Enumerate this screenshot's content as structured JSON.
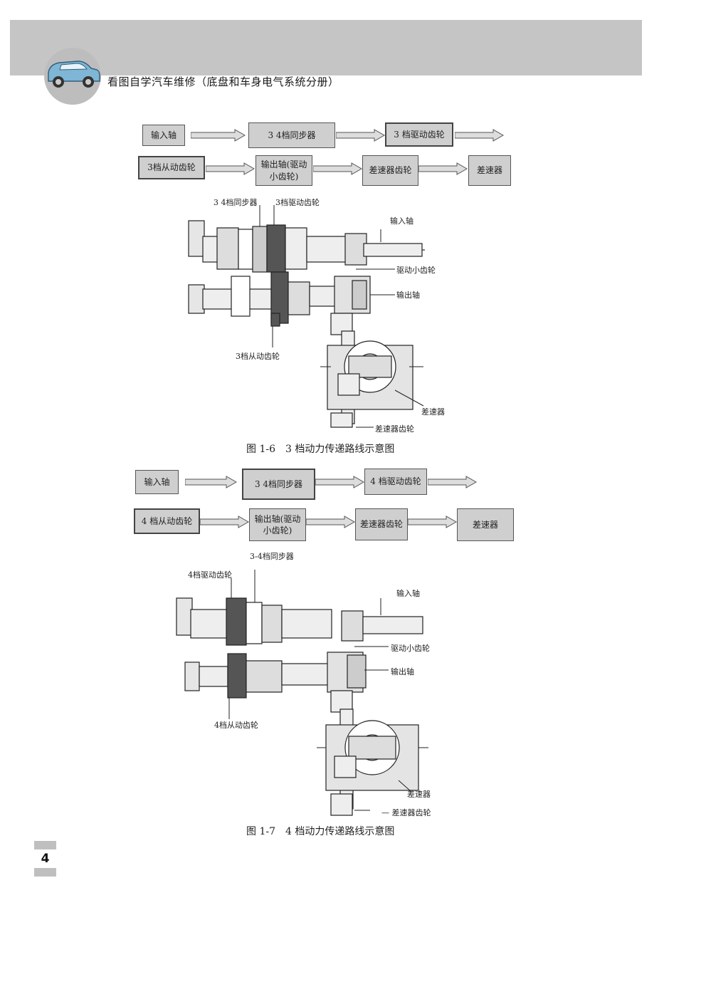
{
  "header": {
    "book_title": "看图自学汽车维修（底盘和车身电气系统分册）"
  },
  "figure_1_6": {
    "flow_row1": [
      "输入轴",
      "3 4档同步器",
      "3 档驱动齿轮"
    ],
    "flow_row2": [
      "3档从动齿轮",
      "输出轴(驱动小齿轮)",
      "差速器齿轮",
      "差速器"
    ],
    "labels": {
      "synchronizer": "3 4档同步器",
      "drive_gear": "3档驱动齿轮",
      "input_shaft": "输入轴",
      "pinion": "驱动小齿轮",
      "output_shaft": "输出轴",
      "driven_gear": "3档从动齿轮",
      "differential": "差速器",
      "diff_gear": "差速器齿轮"
    },
    "caption": "图 1-6　3 档动力传递路线示意图"
  },
  "figure_1_7": {
    "flow_row1": [
      "输入轴",
      "3 4档同步器",
      "4 档驱动齿轮"
    ],
    "flow_row2": [
      "4 档从动齿轮",
      "输出轴(驱动小齿轮)",
      "差速器齿轮",
      "差速器"
    ],
    "labels": {
      "synchronizer": "3-4档同步器",
      "drive_gear": "4档驱动齿轮",
      "input_shaft": "输入轴",
      "pinion": "驱动小齿轮",
      "output_shaft": "输出轴",
      "driven_gear": "4档从动齿轮",
      "differential": "差速器",
      "diff_gear": "— 差速器齿轮"
    },
    "caption": "图 1-7　4 档动力传递路线示意图"
  },
  "footer": {
    "page_number": "4"
  }
}
